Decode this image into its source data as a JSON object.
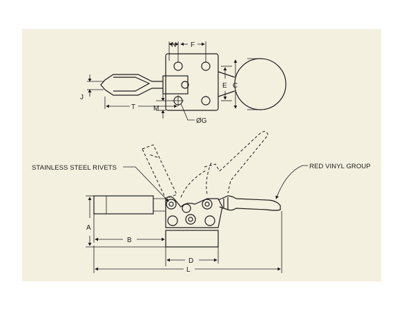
{
  "callouts": {
    "rivets": "STAINLESS STEEL RIVETS",
    "grip": "RED VINYL GROUP"
  },
  "dimensions": {
    "N": "N",
    "F": "F",
    "E": "E",
    "C": "C",
    "J": "J",
    "T": "T",
    "M": "M",
    "G": "ØG",
    "A": "A",
    "B": "B",
    "D": "D",
    "L": "L"
  },
  "colors": {
    "background": "#f3f0e0",
    "ink": "#1a1a1a"
  }
}
